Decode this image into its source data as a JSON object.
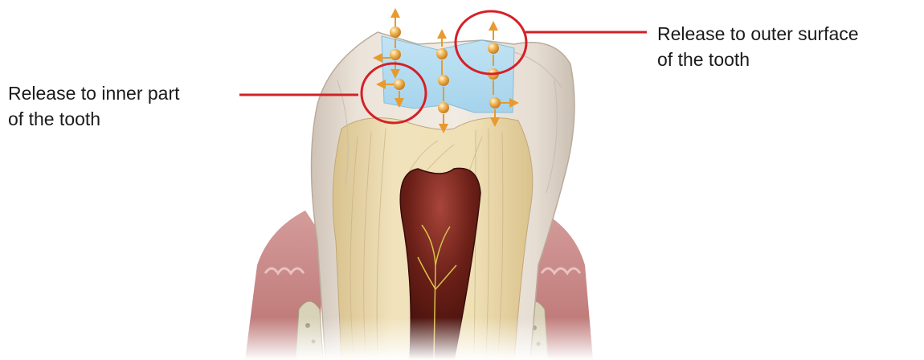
{
  "callouts": {
    "inner": {
      "line1": "Release to inner part",
      "line2": "of the tooth"
    },
    "outer": {
      "line1": "Release to outer surface",
      "line2": "of the tooth"
    }
  },
  "colors": {
    "callout_accent": "#d42027",
    "particle": "#e8a33c",
    "arrow": "#e89a2e",
    "filling": "#a9d8f0",
    "enamel": "#e6ddd3",
    "dentin": "#ead9ad",
    "pulp": "#5a1a14",
    "gum": "#c98a8a",
    "bone": "#d8d2b8",
    "nerve": "#c9b640"
  },
  "icons": {
    "particle": "glowing-particle-icon",
    "arrow": "arrow-icon"
  }
}
